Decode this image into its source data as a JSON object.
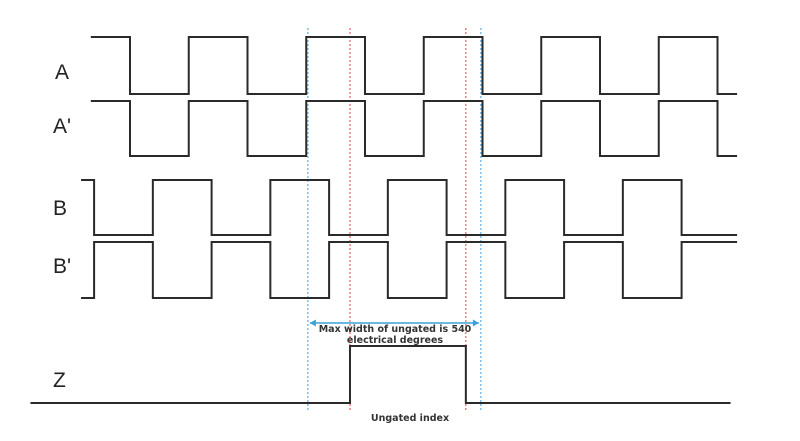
{
  "signals": [
    {
      "label": "A",
      "start_level": 0,
      "start_deg": 240,
      "end_deg": 2220,
      "edges_deg": [
        360,
        540,
        720,
        900,
        1080,
        1260,
        1440,
        1620,
        1800,
        1980,
        2160
      ]
    },
    {
      "label": "A'",
      "start_level": 1,
      "start_deg": 240,
      "end_deg": 2220,
      "edges_deg": [
        360,
        540,
        720,
        900,
        1080,
        1260,
        1440,
        1620,
        1800,
        1980,
        2160
      ]
    },
    {
      "label": "B",
      "start_level": 1,
      "start_deg": 210,
      "end_deg": 2220,
      "edges_deg": [
        250,
        430,
        610,
        790,
        970,
        1150,
        1330,
        1510,
        1690,
        1870,
        2050
      ]
    },
    {
      "label": "B'",
      "start_level": 0,
      "start_deg": 210,
      "end_deg": 2220,
      "edges_deg": [
        250,
        430,
        610,
        790,
        970,
        1150,
        1330,
        1510,
        1690,
        1870,
        2050
      ]
    },
    {
      "label": "Z",
      "start_level": 0,
      "start_deg": 55,
      "end_deg": 2200,
      "edges_deg": [
        1034,
        1389
      ]
    }
  ],
  "markers": {
    "blue_deg": [
      905,
      1435
    ],
    "red_deg": [
      1034,
      1389
    ],
    "blue_color": "#3aa0d8",
    "red_color": "#e0403a"
  },
  "annotation": {
    "line1": "Max width of ungated is 540",
    "line2": "electrical degrees",
    "index_label": "Ungated index"
  }
}
